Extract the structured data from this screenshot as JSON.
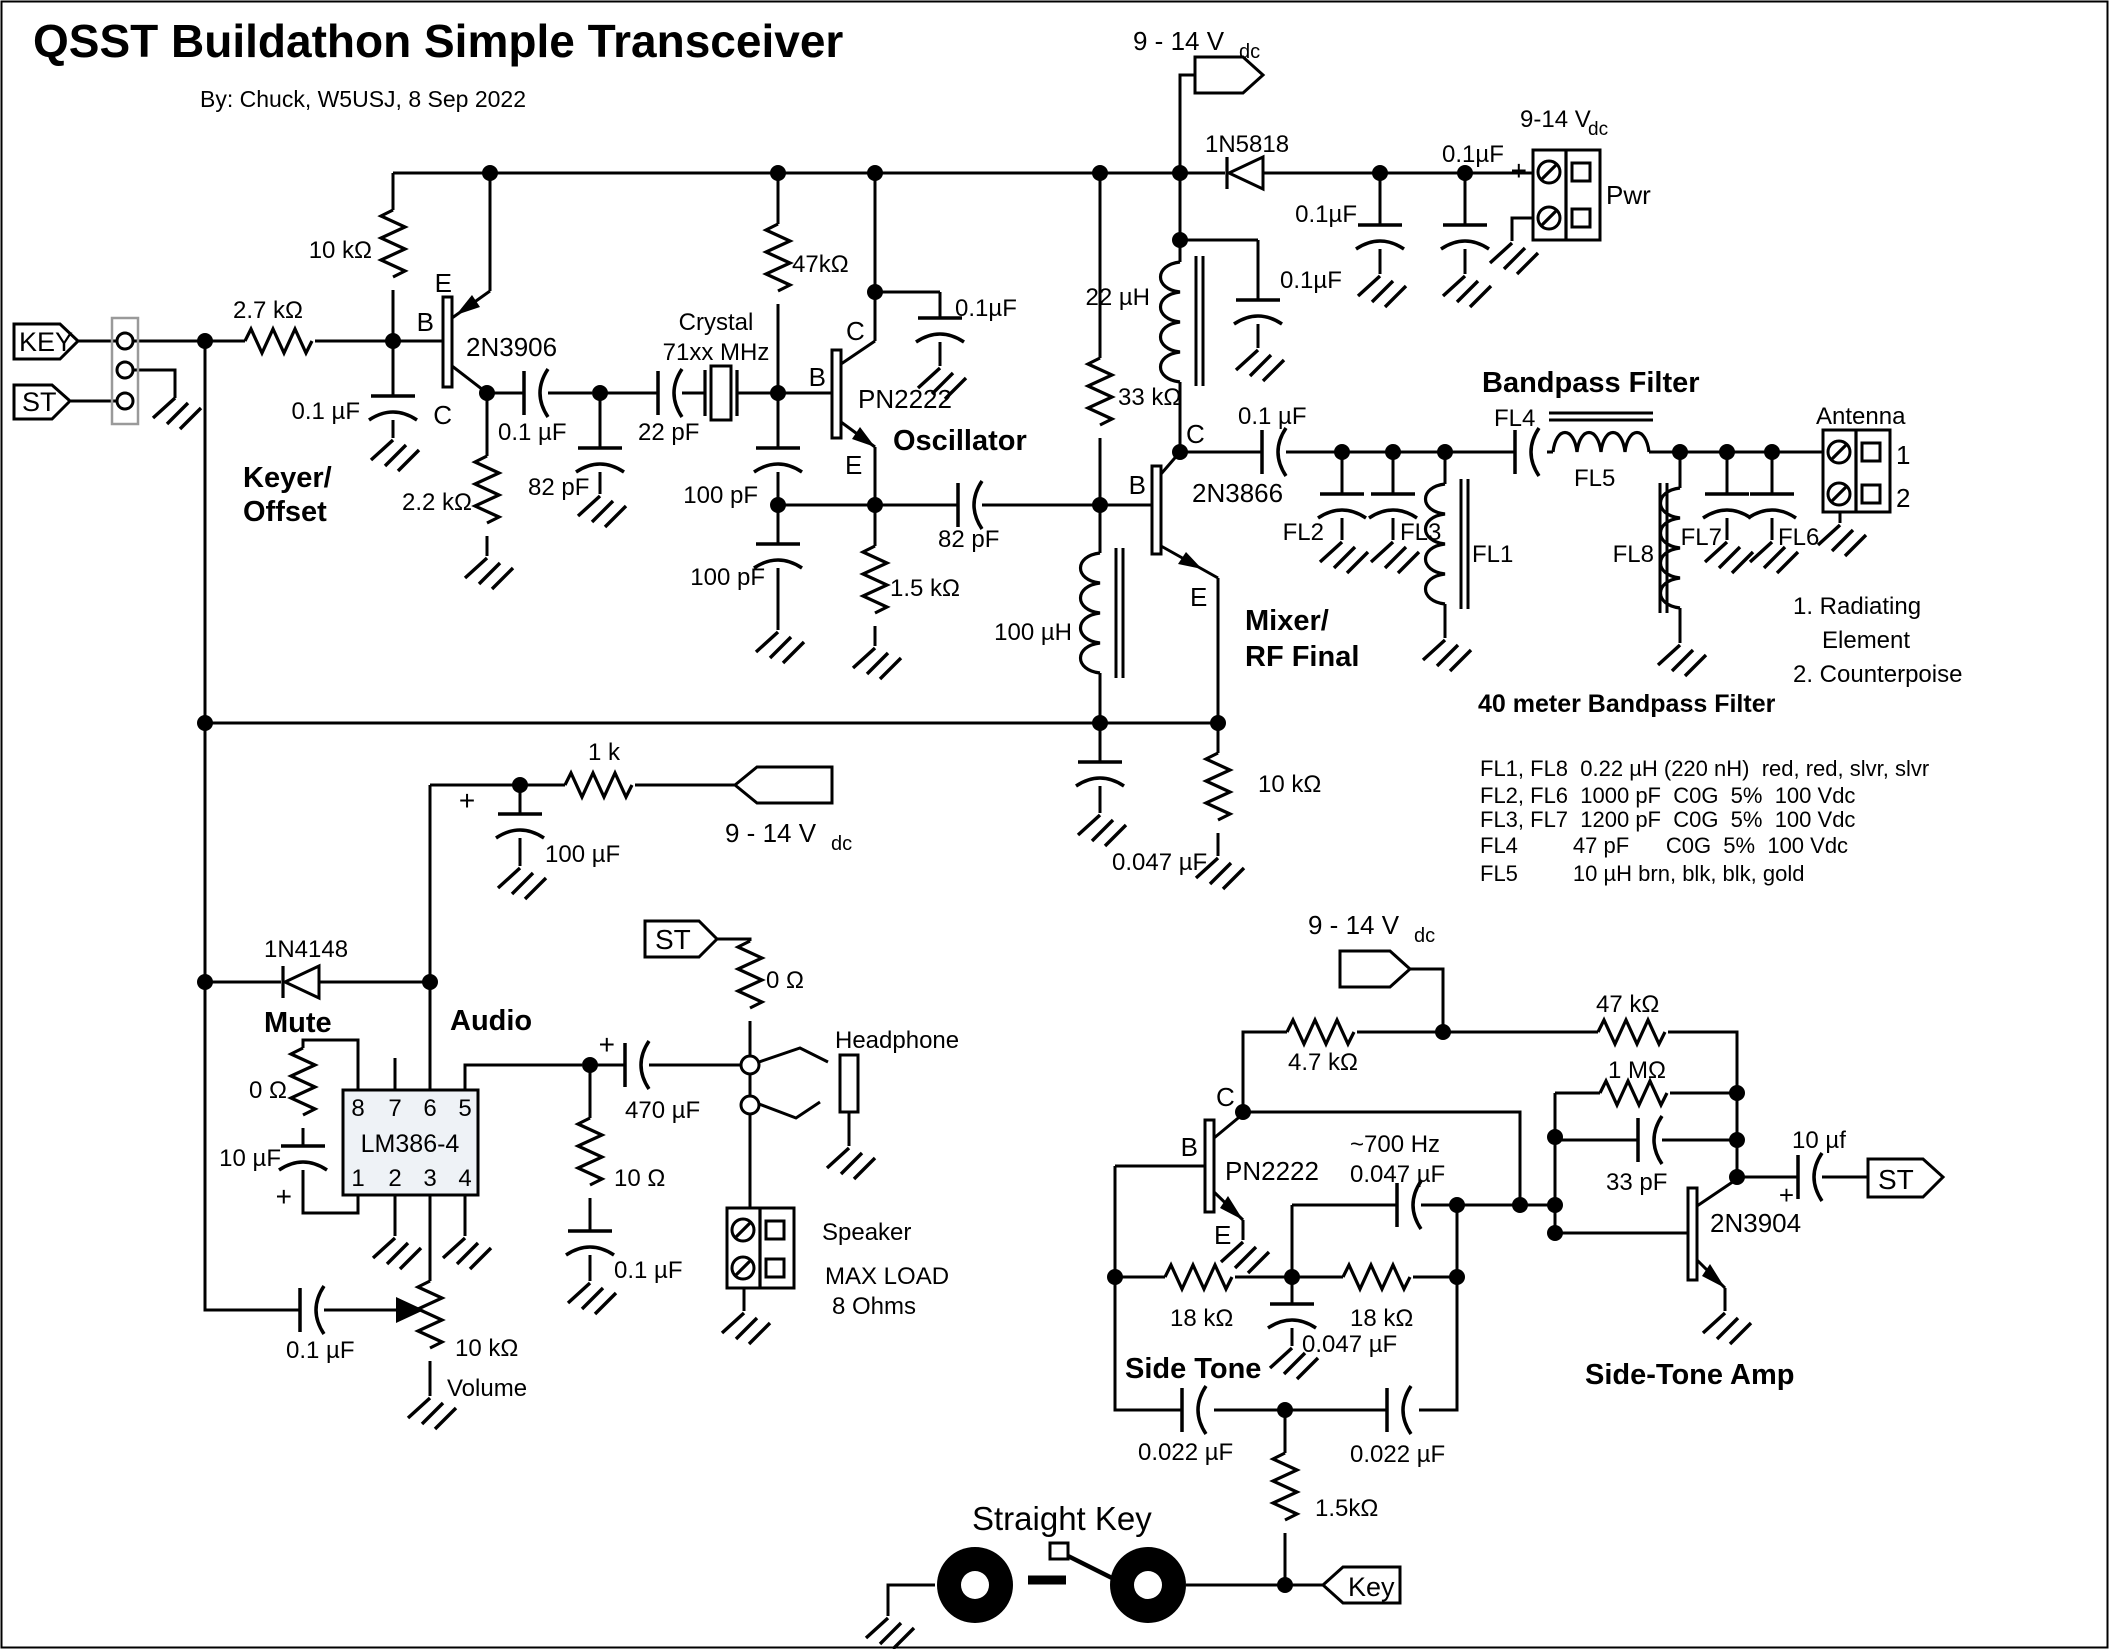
{
  "header": {
    "title": "QSST Buildathon Simple Transceiver",
    "byline": "By: Chuck, W5USJ, 8 Sep 2022"
  },
  "pwr": {
    "rail_tag": "9 - 14 V",
    "rail_tag_sub": "dc",
    "diode": "1N5818",
    "cap_a": "0.1µF",
    "cap_b": "0.1µF",
    "cap_c": "0.1µF",
    "pwr_label": "9-14 V",
    "pwr_label_sub": "dc",
    "plus": "+",
    "pwr_name": "Pwr"
  },
  "key": {
    "key_tag": "KEY",
    "st_tag": "ST",
    "r_pullup": "10 kΩ",
    "r_base": "2.7 kΩ",
    "c_base": "0.1 µF",
    "transistor": "2N3906",
    "b": "B",
    "c": "C",
    "e": "E",
    "r_load": "2.2 kΩ",
    "c_couple": "0.1 µF",
    "c_shunt": "82 pF",
    "c_series": "22 pF",
    "title1": "Keyer/",
    "title2": "Offset"
  },
  "osc": {
    "crystal1": "Crystal",
    "crystal2": "71xx MHz",
    "r_bias": "47kΩ",
    "c_fb1": "100 pF",
    "c_fb2": "100 pF",
    "transistor": "PN2222",
    "b": "B",
    "c": "C",
    "e": "E",
    "c_bypass": "0.1µF",
    "r_emitter": "1.5 kΩ",
    "c_out": "82 pF",
    "title": "Oscillator"
  },
  "mix": {
    "r_bias": "33 kΩ",
    "l_sec": "22 µH",
    "l_pri": "100 µH",
    "transistor": "2N3866",
    "b": "B",
    "c": "C",
    "e": "E",
    "c_out": "0.1 µF",
    "c_af": "0.047 µF",
    "r_emitter": "10 kΩ",
    "title1": "Mixer/",
    "title2": "RF Final"
  },
  "bpf": {
    "title": "Bandpass Filter",
    "fl1": "FL1",
    "fl2": "FL2",
    "fl3": "FL3",
    "fl4": "FL4",
    "fl5": "FL5",
    "fl6": "FL6",
    "fl7": "FL7",
    "fl8": "FL8",
    "antenna": "Antenna",
    "pin1": "1",
    "pin2": "2",
    "note1": "1. Radiating",
    "note2": "Element",
    "note3": "2. Counterpoise"
  },
  "tbl": {
    "title": "40 meter Bandpass Filter",
    "rows": [
      "FL1, FL8  0.22 µH (220 nH)  red, red, slvr, slvr",
      "FL2, FL6  1000 pF  C0G  5%  100 Vdc",
      "FL3, FL7  1200 pF  C0G  5%  100 Vdc",
      "FL4         47 pF      C0G  5%  100 Vdc",
      "FL5         10 µH brn, blk, blk, gold"
    ]
  },
  "aud": {
    "r_feed": "1 k",
    "c_filter": "100 µF",
    "plus1": "+",
    "tag": "9 - 14 V",
    "tag_sub": "dc",
    "diode": "1N4148",
    "mute_title": "Mute",
    "r_zero": "0 Ω",
    "c_boost": "10 µF",
    "plus2": "+",
    "ic": "LM386-4",
    "pins_top": [
      "8",
      "7",
      "6",
      "5"
    ],
    "pins_bottom": [
      "1",
      "2",
      "3",
      "4"
    ],
    "title": "Audio",
    "c_out": "470 µF",
    "plus3": "+",
    "st_tag": "ST",
    "r_st": "0 Ω",
    "r_zobel": "10 Ω",
    "c_zobel": "0.1 µF",
    "headphone": "Headphone",
    "speaker": "Speaker",
    "max_load1": "MAX LOAD",
    "max_load2": "8 Ohms",
    "c_vol": "0.1 µF",
    "r_vol": "10 kΩ",
    "vol_label": "Volume"
  },
  "st": {
    "tag": "9 - 14 V",
    "tag_sub": "dc",
    "r_feed": "4.7 kΩ",
    "r_fb1": "47 kΩ",
    "r_fb2": "1 MΩ",
    "c_fb": "33 pF",
    "transistor": "PN2222",
    "b": "B",
    "c": "C",
    "e": "E",
    "freq": "~700 Hz",
    "c_ser": "0.047 µF",
    "r_b1": "18 kΩ",
    "r_b2": "18 kΩ",
    "c_shunt": "0.047 µF",
    "title": "Side Tone",
    "c_l1": "0.022 µF",
    "c_l2": "0.022 µF",
    "r_key": "1.5kΩ",
    "key_tag": "Key"
  },
  "amp": {
    "transistor": "2N3904",
    "c_out": "10 µf",
    "plus": "+",
    "st_tag": "ST",
    "title": "Side-Tone Amp"
  },
  "sk": {
    "title": "Straight Key"
  }
}
